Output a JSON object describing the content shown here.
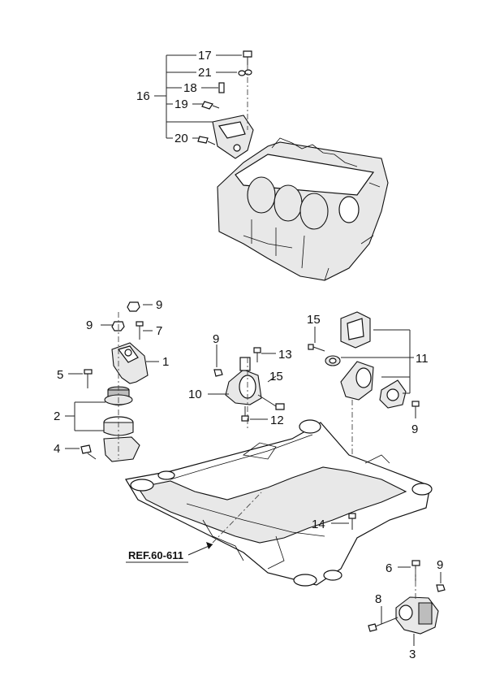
{
  "callouts": {
    "c17": "17",
    "c21": "21",
    "c18": "18",
    "c16": "16",
    "c19": "19",
    "c20": "20",
    "c9a": "9",
    "c9b": "9",
    "c7": "7",
    "c1": "1",
    "c5": "5",
    "c2": "2",
    "c4": "4",
    "c9c": "9",
    "c13": "13",
    "c10": "10",
    "c15a": "15",
    "c12": "12",
    "c15b": "15",
    "c11": "11",
    "c9d": "9",
    "c14": "14",
    "c6": "6",
    "c9e": "9",
    "c8": "8",
    "c3": "3"
  },
  "reference": {
    "label": "REF.60-611"
  }
}
